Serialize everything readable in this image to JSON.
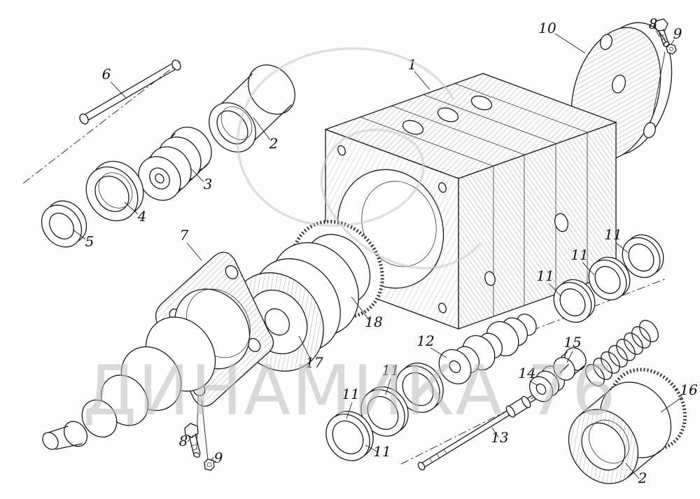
{
  "diagram": {
    "watermark": {
      "text": "ДИНАМИКА 76",
      "color": "#bdbdbd"
    },
    "colors": {
      "ink": "#1a1a1a",
      "paper": "#fdfdfd"
    },
    "labels": [
      {
        "id": "part-6",
        "text": "6"
      },
      {
        "id": "part-2-top",
        "text": "2"
      },
      {
        "id": "part-3",
        "text": "3"
      },
      {
        "id": "part-4",
        "text": "4"
      },
      {
        "id": "part-5",
        "text": "5"
      },
      {
        "id": "part-1",
        "text": "1"
      },
      {
        "id": "part-10",
        "text": "10"
      },
      {
        "id": "part-8-top",
        "text": "8"
      },
      {
        "id": "part-9-top",
        "text": "9"
      },
      {
        "id": "part-7",
        "text": "7"
      },
      {
        "id": "part-18",
        "text": "18"
      },
      {
        "id": "part-17",
        "text": "17"
      },
      {
        "id": "part-8-bottom",
        "text": "8"
      },
      {
        "id": "part-9-bottom",
        "text": "9"
      },
      {
        "id": "part-11-a",
        "text": "11"
      },
      {
        "id": "part-11-b",
        "text": "11"
      },
      {
        "id": "part-11-c",
        "text": "11"
      },
      {
        "id": "part-11-d",
        "text": "11"
      },
      {
        "id": "part-11-e",
        "text": "11"
      },
      {
        "id": "part-11-f",
        "text": "11"
      },
      {
        "id": "part-12",
        "text": "12"
      },
      {
        "id": "part-13",
        "text": "13"
      },
      {
        "id": "part-14",
        "text": "14"
      },
      {
        "id": "part-15",
        "text": "15"
      },
      {
        "id": "part-16",
        "text": "16"
      },
      {
        "id": "part-2-bottom",
        "text": "2"
      }
    ]
  }
}
